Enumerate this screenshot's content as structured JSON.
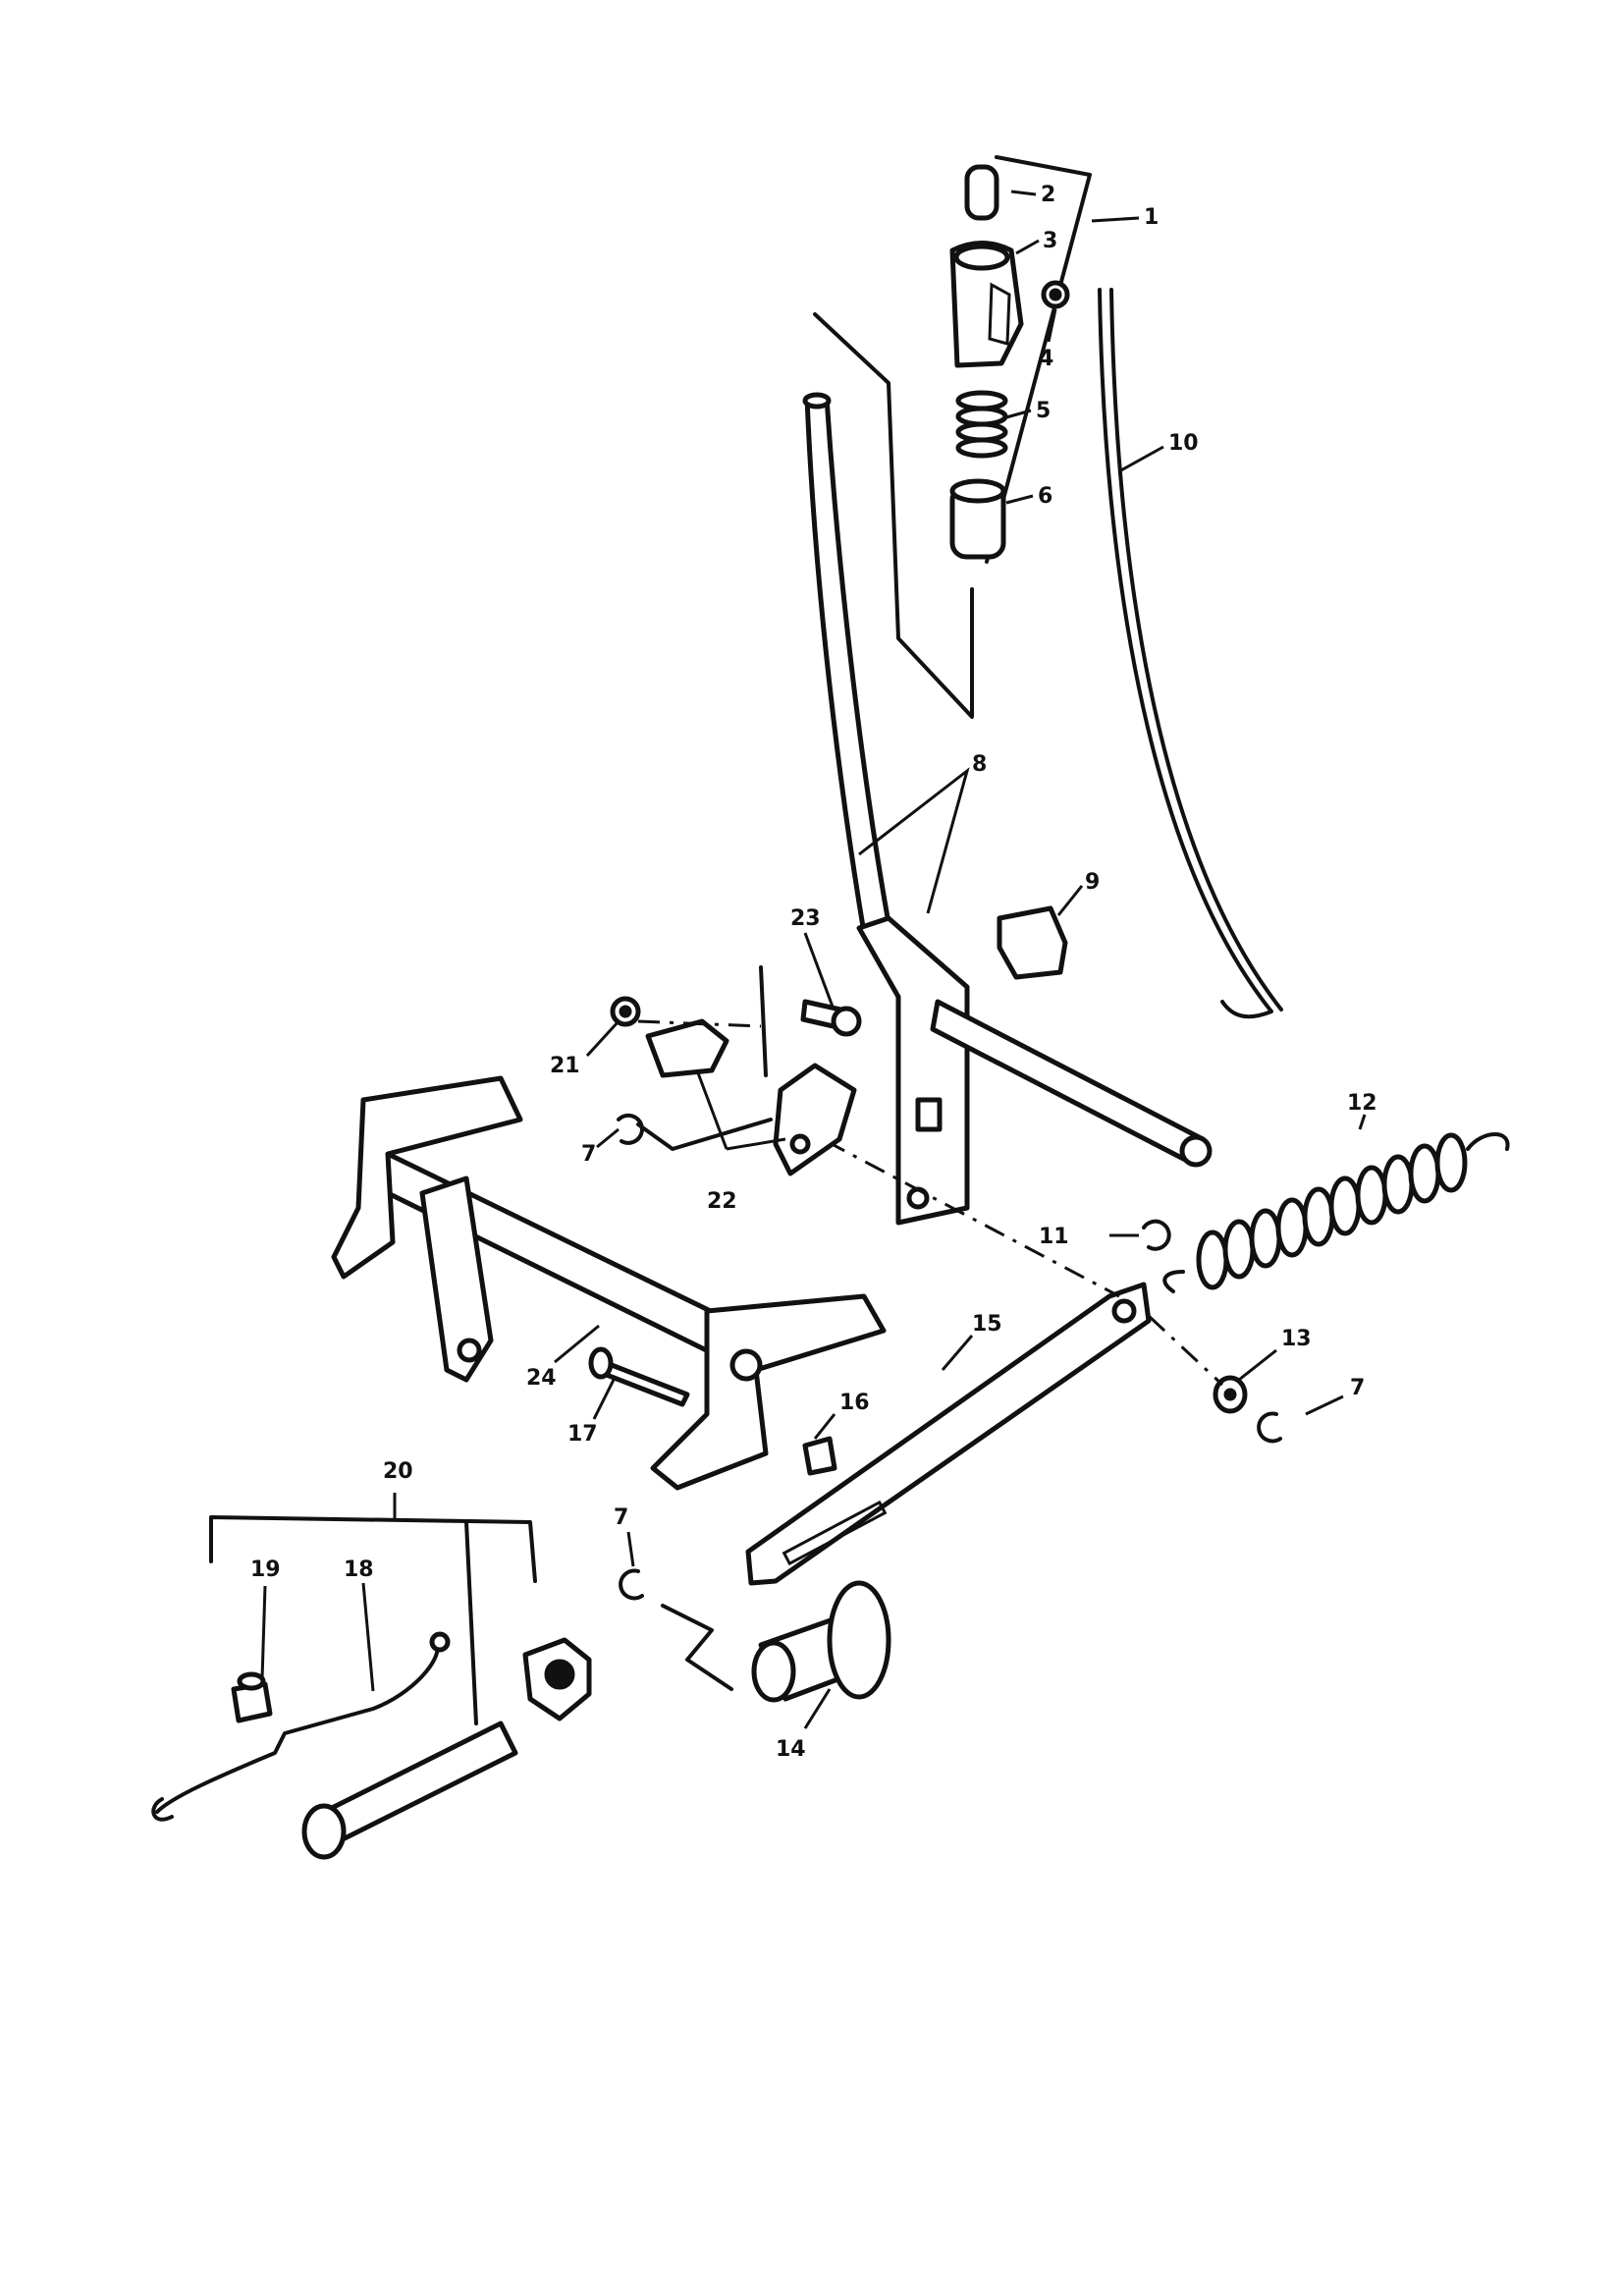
{
  "callouts": [
    {
      "id": "c1",
      "label": "1"
    },
    {
      "id": "c2",
      "label": "2"
    },
    {
      "id": "c3",
      "label": "3"
    },
    {
      "id": "c4",
      "label": "4"
    },
    {
      "id": "c5",
      "label": "5"
    },
    {
      "id": "c6",
      "label": "6"
    },
    {
      "id": "c8",
      "label": "8"
    },
    {
      "id": "c9",
      "label": "9"
    },
    {
      "id": "c10",
      "label": "10"
    },
    {
      "id": "c11",
      "label": "11"
    },
    {
      "id": "c12",
      "label": "12"
    },
    {
      "id": "c13",
      "label": "13"
    },
    {
      "id": "c7a",
      "label": "7"
    },
    {
      "id": "c7b",
      "label": "7"
    },
    {
      "id": "c7c",
      "label": "7"
    },
    {
      "id": "c14",
      "label": "14"
    },
    {
      "id": "c15",
      "label": "15"
    },
    {
      "id": "c16",
      "label": "16"
    },
    {
      "id": "c17",
      "label": "17"
    },
    {
      "id": "c18",
      "label": "18"
    },
    {
      "id": "c19",
      "label": "19"
    },
    {
      "id": "c20",
      "label": "20"
    },
    {
      "id": "c21",
      "label": "21"
    },
    {
      "id": "c22",
      "label": "22"
    },
    {
      "id": "c23",
      "label": "23"
    },
    {
      "id": "c24",
      "label": "24"
    }
  ]
}
